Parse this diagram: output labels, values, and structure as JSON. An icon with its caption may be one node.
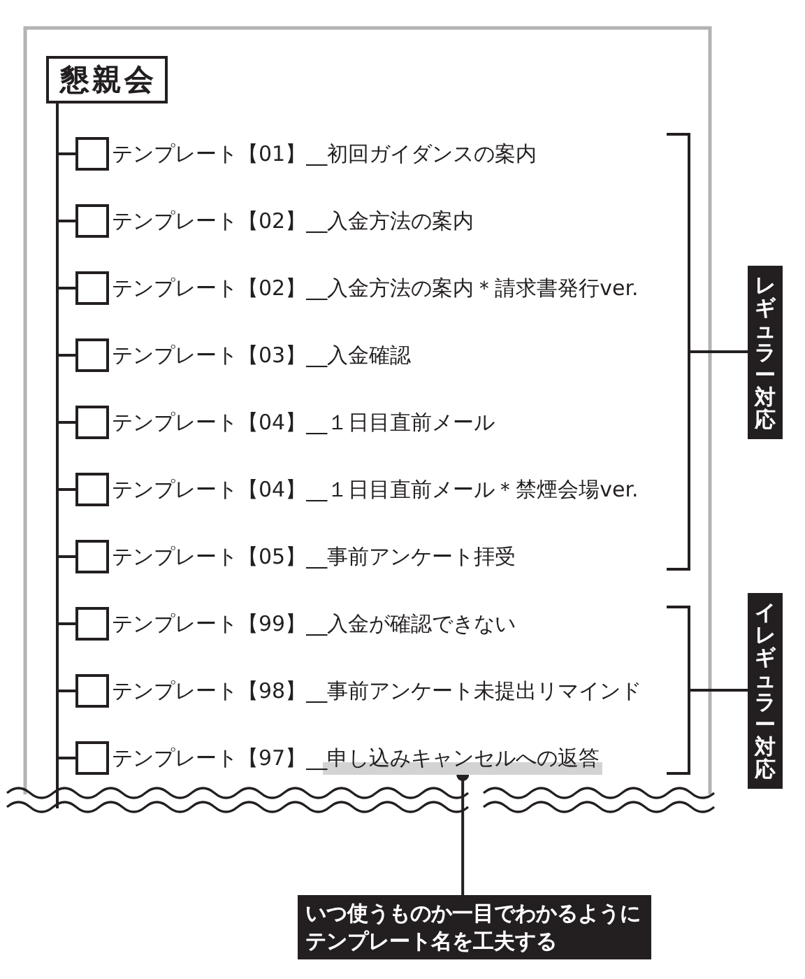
{
  "diagram": {
    "nodes": [
      {
        "text": [
          "懇親会"
        ]
      },
      {
        "text": [
          "テンプレート【01】__初回ガイダンスの案内"
        ]
      },
      {
        "text": [
          "テンプレート【02】__入金方法の案内"
        ]
      },
      {
        "text": [
          "テンプレート【02】__入金方法の案内＊請求書発行ver."
        ]
      },
      {
        "text": [
          "テンプレート【03】__入金確認"
        ]
      },
      {
        "text": [
          "テンプレート【04】__１日目直前メール"
        ]
      },
      {
        "text": [
          "テンプレート【04】__１日目直前メール＊禁煙会場ver."
        ]
      },
      {
        "text": [
          "テンプレート【05】__事前アンケート拝受"
        ]
      },
      {
        "text": [
          "テンプレート【99】__入金が確認できない"
        ]
      },
      {
        "text": [
          "テンプレート【98】__事前アンケート未提出リマインド"
        ]
      },
      {
        "text": [
          "テンプレート【97】__申し込みキャンセルへの返答"
        ]
      },
      {
        "text": [
          "レギュラー対応"
        ]
      },
      {
        "text": [
          "イレギュラー対応"
        ]
      },
      {
        "text": [
          "いつ使うものか一目でわかるようにテンプレート名を工夫する"
        ]
      },
      {
        "text": [],
        "shape": "bar"
      }
    ],
    "edges": [
      {
        "from": 0,
        "to": 1,
        "arrow": "none"
      },
      {
        "from": 0,
        "to": 2,
        "arrow": "none"
      },
      {
        "from": 0,
        "to": 3,
        "arrow": "none"
      },
      {
        "from": 0,
        "to": 4,
        "arrow": "none"
      },
      {
        "from": 0,
        "to": 5,
        "arrow": "none"
      },
      {
        "from": 0,
        "to": 6,
        "arrow": "none"
      },
      {
        "from": 0,
        "to": 7,
        "arrow": "none"
      },
      {
        "from": 0,
        "to": 8,
        "arrow": "none"
      },
      {
        "from": 0,
        "to": 9,
        "arrow": "none"
      },
      {
        "from": 0,
        "to": 10,
        "arrow": "none"
      },
      {
        "from": 13,
        "to": 14,
        "arrow": "other"
      }
    ]
  }
}
